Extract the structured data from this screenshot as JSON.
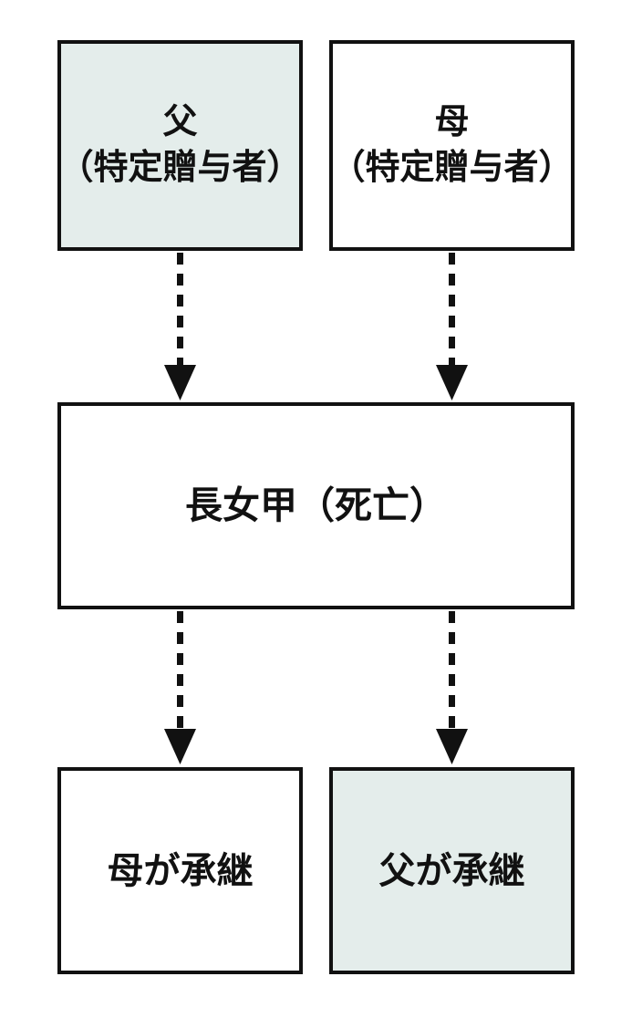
{
  "colors": {
    "background": "#ffffff",
    "box_border": "#111111",
    "highlight_fill": "#e4edeb",
    "plain_fill": "#ffffff",
    "arrow": "#111111",
    "text": "#111111"
  },
  "nodes": {
    "father": {
      "line1": "父",
      "line2": "（特定贈与者）",
      "highlighted": true
    },
    "mother": {
      "line1": "母",
      "line2": "（特定贈与者）",
      "highlighted": false
    },
    "daughter": {
      "label": "長女甲（死亡）",
      "highlighted": false
    },
    "mother_succession": {
      "label": "母が承継",
      "highlighted": false
    },
    "father_succession": {
      "label": "父が承継",
      "highlighted": true
    }
  },
  "edges": [
    {
      "from": "father",
      "to": "daughter",
      "style": "dashed-arrow"
    },
    {
      "from": "mother",
      "to": "daughter",
      "style": "dashed-arrow"
    },
    {
      "from": "daughter",
      "to": "mother_succession",
      "style": "dashed-arrow"
    },
    {
      "from": "daughter",
      "to": "father_succession",
      "style": "dashed-arrow"
    }
  ]
}
